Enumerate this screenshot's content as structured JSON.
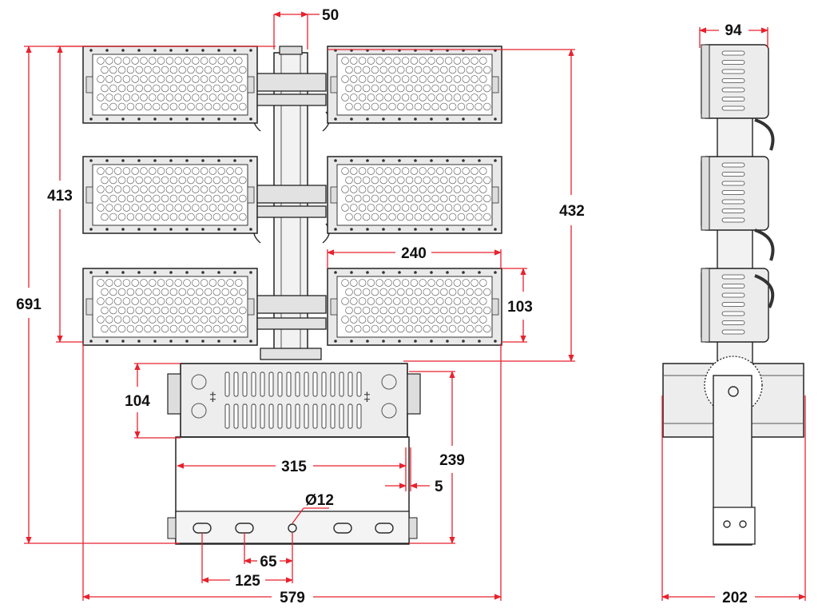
{
  "dimensions": {
    "pole_offset": "50",
    "side_depth": "94",
    "array_height": "413",
    "total_height": "691",
    "panel_span": "432",
    "module_width": "240",
    "module_height": "103",
    "driver_height": "104",
    "bracket_height": "239",
    "bracket_width": "315",
    "edge_gap": "5",
    "hole_diameter": "Ø12",
    "hole_spacing_small": "65",
    "hole_spacing_large": "125",
    "total_width": "579",
    "side_width": "202"
  },
  "colors": {
    "dimension_line": "#e8222e",
    "outline": "#2b2b2b",
    "panel_fill": "#e9e9e9"
  }
}
